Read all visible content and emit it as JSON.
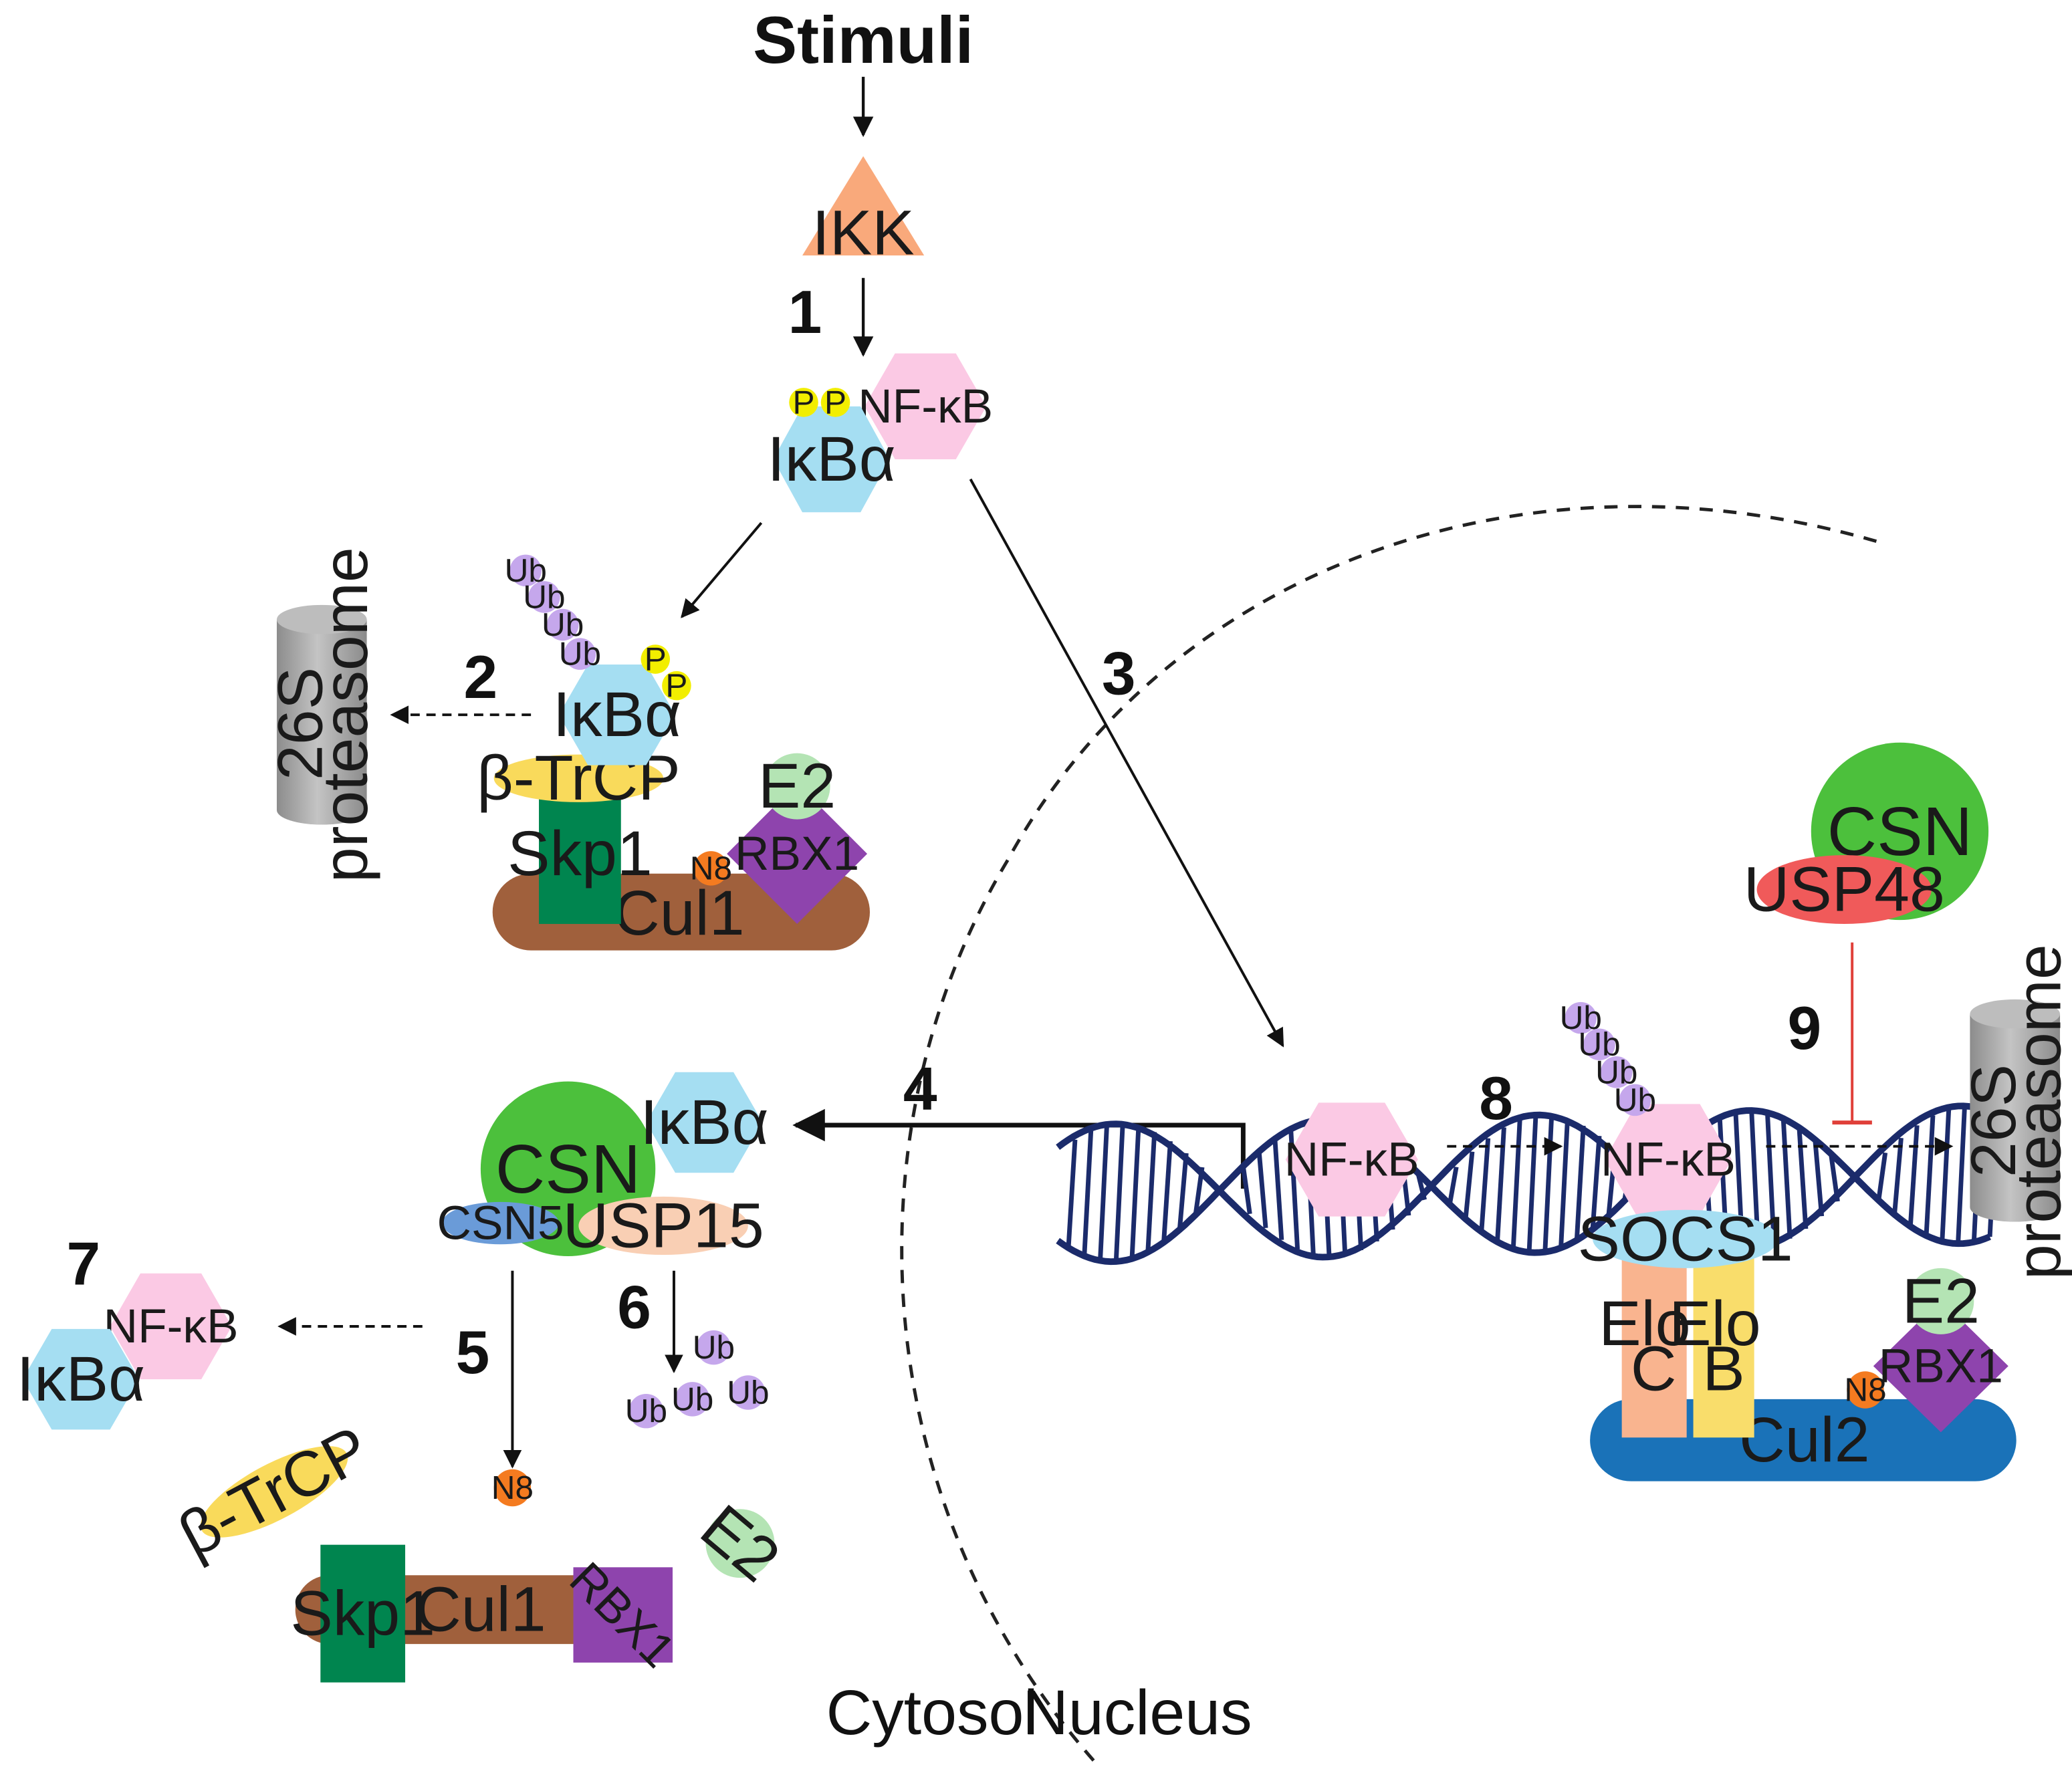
{
  "title": "Stimuli",
  "regions": {
    "cytosol": "Cytosol",
    "nucleus": "Nucleus"
  },
  "steps": [
    "1",
    "2",
    "3",
    "4",
    "5",
    "6",
    "7",
    "8",
    "9"
  ],
  "labels": {
    "ikk": "IKK",
    "nfkb": "NF-κB",
    "ikba": "IκBα",
    "p": "P",
    "ub": "Ub",
    "proteasome_line1": "26S",
    "proteasome_line2": "proteasome",
    "btrcp": "β-TrCP",
    "skp1": "Skp1",
    "cul1": "Cul1",
    "n8": "N8",
    "rbx1": "RBX1",
    "e2": "E2",
    "csn": "CSN",
    "csn5": "CSN5",
    "usp15": "USP15",
    "usp48": "USP48",
    "socs1": "SOCS1",
    "elo_label": "Elo",
    "elo_c_letter": "C",
    "elo_b_letter": "B",
    "cul2": "Cul2"
  },
  "colors": {
    "ikk": "#F9A97B",
    "nfkb": "#FBC9E4",
    "ikba": "#A5DEF2",
    "phospho": "#F2EE00",
    "ub": "#C5A7EC",
    "proteasome": "#A9A9A9",
    "btrcp": "#F9DA5B",
    "skp1": "#00854F",
    "cul1": "#A0603C",
    "n8": "#F47B20",
    "rbx1": "#8E44AD",
    "e2": "#B4E4B4",
    "csn": "#4CC03C",
    "csn5": "#6A9BD8",
    "usp15": "#F9CFB4",
    "usp48": "#F05A5A",
    "socs1": "#A5DEF2",
    "elo_c": "#F9B48F",
    "elo_b": "#F9DD6B",
    "cul2": "#1A72B8",
    "dna": "#1B2B6B",
    "inhibit": "#E0403A"
  }
}
